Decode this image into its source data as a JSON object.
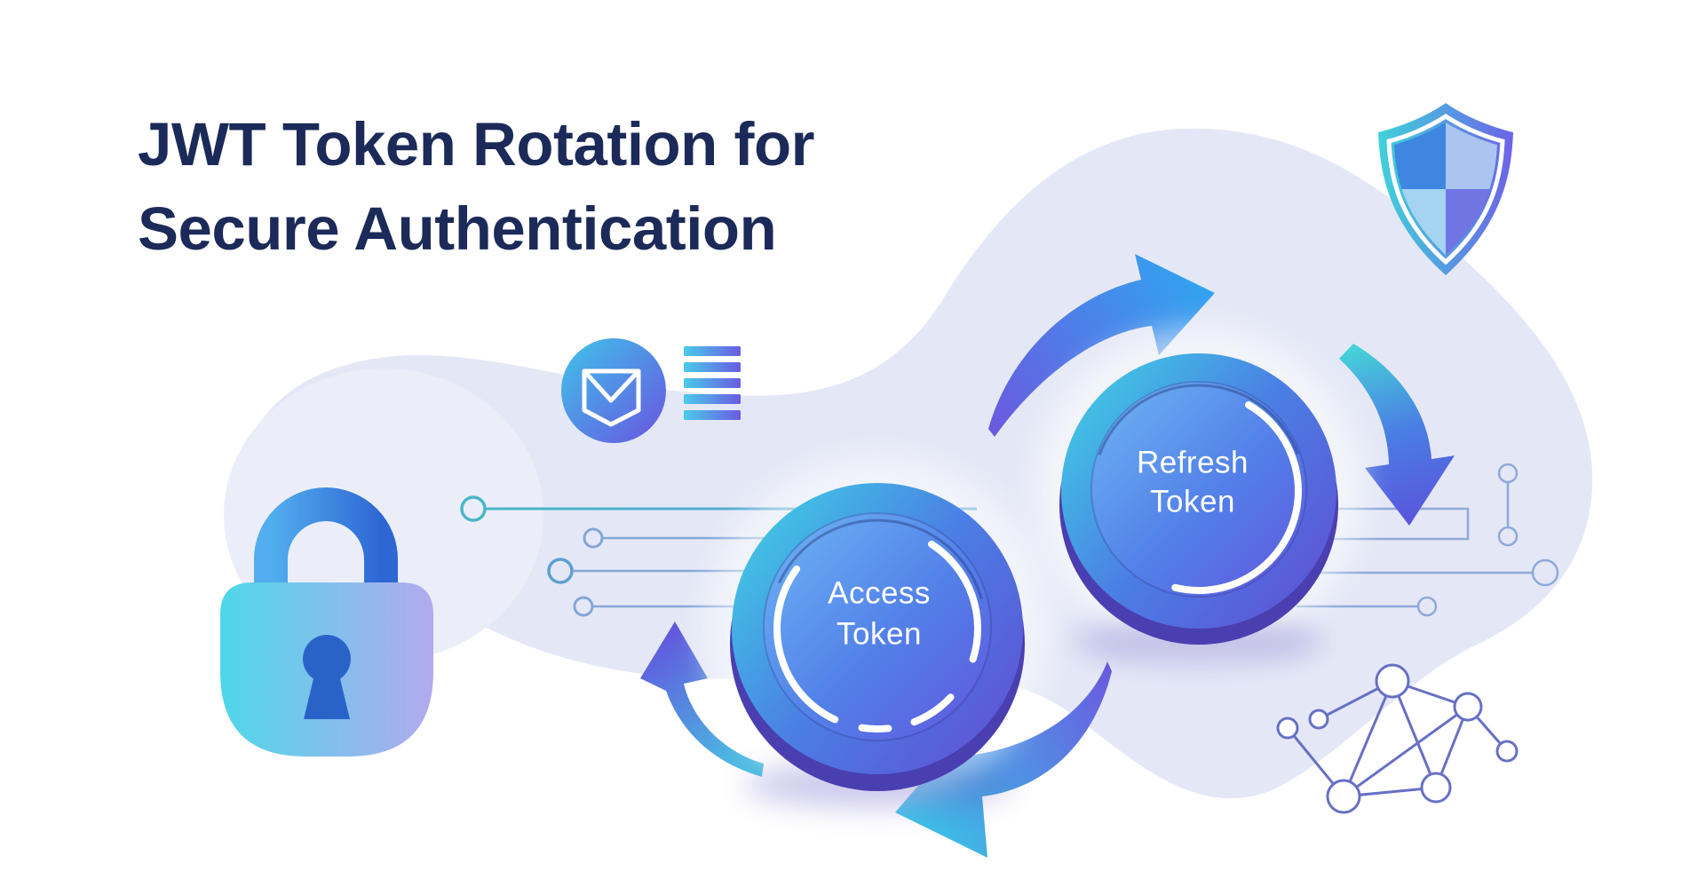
{
  "header": {
    "title_line1": "JWT Token Rotation for",
    "title_line2": "Secure Authentication"
  },
  "diagram": {
    "access_token": {
      "label_line1": "Access",
      "label_line2": "Token"
    },
    "refresh_token": {
      "label_line1": "Refresh",
      "label_line2": "Token"
    },
    "icons": [
      {
        "name": "shield-icon",
        "meaning": "security shield, quartered blue/purple"
      },
      {
        "name": "padlock-icon",
        "meaning": "locked padlock with keyhole"
      },
      {
        "name": "mail-icon",
        "meaning": "envelope inside gradient circle"
      },
      {
        "name": "list-lines-icon",
        "meaning": "five gradient text lines"
      },
      {
        "name": "network-graph-icon",
        "meaning": "connected nodes graph"
      },
      {
        "name": "rotation-arrow-icon",
        "meaning": "four curved arrows forming a rotation cycle"
      },
      {
        "name": "circuit-lines-icon",
        "meaning": "circuit traces with terminal dots"
      }
    ],
    "colors": {
      "title_navy": "#1b2a58",
      "blob_lavender": "#e4e8f6",
      "cyan": "#3fd0e4",
      "blue": "#4b7ee4",
      "purple": "#5f50d4",
      "ring_base": "#4a3fb0",
      "keyhole_blue": "#2a63c8",
      "circuit_blue": "#8ea9d9",
      "network_indigo": "#6770c4",
      "teal_line": "#49b6c6",
      "white": "#ffffff"
    }
  }
}
